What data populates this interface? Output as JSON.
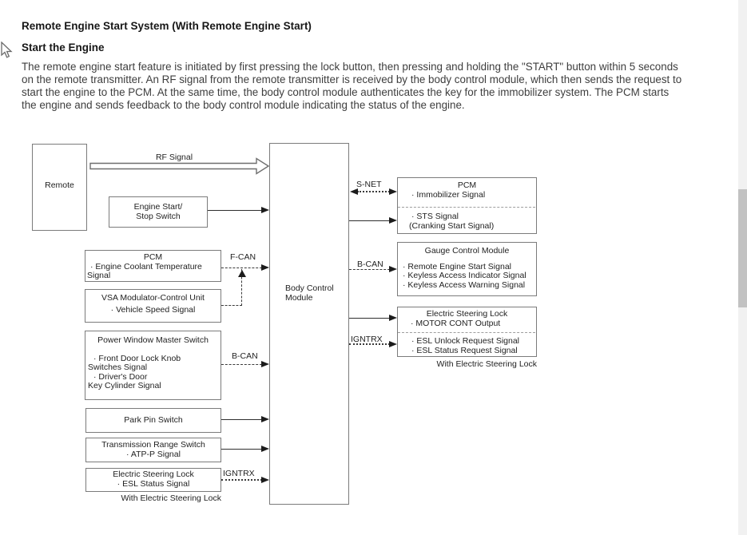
{
  "page": {
    "title": "Remote Engine Start System (With Remote Engine Start)",
    "heading": "Start the Engine",
    "paragraph_lines": [
      "The remote engine start feature is initiated by first pressing the lock button, then pressing and holding the \"START\" button within 5 seconds",
      "on the remote transmitter. An RF signal from the remote transmitter is received by the body control module, which then sends the request to",
      "start the engine to the PCM. At the same time, the body control module authenticates the key for the immobilizer system. The PCM starts",
      "the engine and sends feedback to the body control module indicating the status of the engine."
    ]
  },
  "diagram": {
    "labels": {
      "rf": "RF Signal",
      "f_can": "F-CAN",
      "b_can_left": "B-CAN",
      "igntrx_left": "IGNTRX",
      "s_net": "S-NET",
      "b_can_right": "B-CAN",
      "igntrx_right": "IGNTRX"
    },
    "boxes": {
      "remote": {
        "title": "Remote"
      },
      "engine_switch": {
        "lines": [
          "Engine Start/",
          "Stop Switch"
        ]
      },
      "pcm_left": {
        "title": "PCM",
        "lines": [
          "· Engine Coolant Temperature",
          "Signal"
        ]
      },
      "vsa": {
        "title": "VSA Modulator-Control Unit",
        "lines": [
          "· Vehicle Speed Signal"
        ]
      },
      "pwms": {
        "title": "Power Window Master Switch",
        "lines": [
          "· Front Door Lock Knob",
          "Switches Signal",
          "· Driver's Door",
          "Key Cylinder Signal"
        ]
      },
      "park_pin": {
        "title": "Park Pin Switch"
      },
      "trs": {
        "title": "Transmission Range Switch",
        "lines": [
          "· ATP-P Signal"
        ]
      },
      "esl_left": {
        "title": "Electric Steering Lock",
        "lines": [
          "· ESL Status Signal"
        ],
        "caption": "With Electric Steering Lock"
      },
      "bcm": {
        "lines": [
          "Body Control",
          "Module"
        ]
      },
      "pcm_right": {
        "title": "PCM",
        "top_lines": [
          "· Immobilizer Signal"
        ],
        "bottom_lines": [
          "· STS Signal",
          "(Cranking Start Signal)"
        ]
      },
      "gauge": {
        "title": "Gauge Control Module",
        "lines": [
          "· Remote Engine Start Signal",
          "· Keyless Access Indicator Signal",
          "· Keyless Access Warning Signal"
        ]
      },
      "esl_right": {
        "title": "Electric Steering Lock",
        "top_lines": [
          "· MOTOR CONT Output"
        ],
        "bottom_lines": [
          "· ESL Unlock Request Signal",
          "· ESL Status Request Signal"
        ],
        "caption": "With Electric Steering Lock"
      }
    }
  },
  "colors": {
    "box_border": "#7b7b7b",
    "diagram_line": "#2e2e2e",
    "text_primary": "#171717",
    "text_body": "#3e3e3e",
    "scrollbar_track": "#f1f1f1",
    "scrollbar_thumb": "#c2c2c2"
  }
}
